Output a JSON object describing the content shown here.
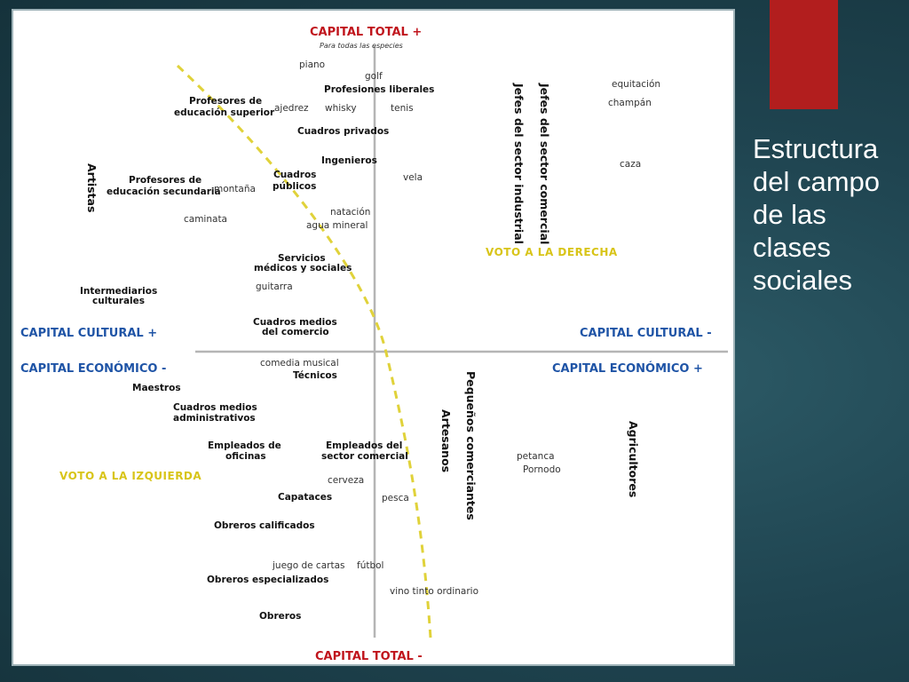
{
  "slide": {
    "title": "Estructura del campo de las clases sociales",
    "accent": "#b21e1e"
  },
  "diagram": {
    "axes": {
      "top": "CAPITAL TOTAL +",
      "top_sub": "Para todas las especies",
      "bottom": "CAPITAL TOTAL -",
      "left_upper": "CAPITAL CULTURAL +",
      "left_lower": "CAPITAL ECONÓMICO -",
      "right_upper": "CAPITAL CULTURAL -",
      "right_lower": "CAPITAL ECONÓMICO +"
    },
    "votes": {
      "right": "VOTO A LA DERECHA",
      "left": "VOTO A LA IZQUIERDA"
    },
    "groups": {
      "profesores_superior_1": "Profesores de",
      "profesores_superior_2": "educación superior",
      "profesiones_liberales": "Profesiones liberales",
      "cuadros_privados": "Cuadros privados",
      "ingenieros": "Ingenieros",
      "cuadros_publicos_1": "Cuadros",
      "cuadros_publicos_2": "públicos",
      "profesores_secundaria_1": "Profesores de",
      "profesores_secundaria_2": "educación secundaria",
      "artistas": "Artistas",
      "servicios_1": "Servicios",
      "servicios_2": "médicos y sociales",
      "intermediarios_1": "Intermediarios",
      "intermediarios_2": "culturales",
      "cuadros_comercio_1": "Cuadros medios",
      "cuadros_comercio_2": "del comercio",
      "jefes_comercial": "Jefes del sector comercial",
      "jefes_industrial": "Jefes del sector industrial",
      "tecnicos": "Técnicos",
      "maestros": "Maestros",
      "cuadros_admin_1": "Cuadros medios",
      "cuadros_admin_2": "administrativos",
      "empleados_oficinas_1": "Empleados de",
      "empleados_oficinas_2": "oficinas",
      "empleados_comercial_1": "Empleados del",
      "empleados_comercial_2": "sector comercial",
      "capataces": "Capataces",
      "obreros_calificados": "Obreros calificados",
      "obreros_especializados": "Obreros especializados",
      "obreros": "Obreros",
      "pequenos_comerciantes": "Pequeños comerciantes",
      "artesanos": "Artesanos",
      "agricultores": "Agricultores"
    },
    "practices": {
      "piano": "piano",
      "golf": "golf",
      "ajedrez": "ajedrez",
      "whisky": "whisky",
      "tenis": "tenis",
      "equitacion": "equitación",
      "champan": "champán",
      "caza": "caza",
      "vela": "vela",
      "montana": "montaña",
      "caminata": "caminata",
      "natacion": "natación",
      "agua_mineral": "agua mineral",
      "guitarra": "guitarra",
      "comedia_musical": "comedia musical",
      "petanca": "petanca",
      "pornodo": "Pornodo",
      "cerveza": "cerveza",
      "pesca": "pesca",
      "juego_cartas": "juego de cartas",
      "futbol": "fútbol",
      "vino": "vino tinto ordinario"
    }
  }
}
